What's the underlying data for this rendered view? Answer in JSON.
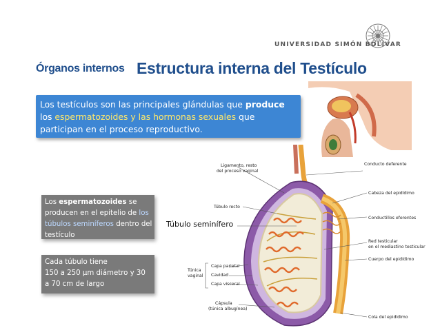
{
  "header": {
    "university": "UNIVERSIDAD SIMÓN BOLÍVAR"
  },
  "section_label": "Órganos internos",
  "title": "Estructura interna del Testículo",
  "intro": {
    "part1": "Los testículos son las principales glándulas que ",
    "produce": "produce",
    "part2": " los ",
    "espermatozoides": "espermatozoides",
    "y": " y ",
    "hormonas": "las hormonas sexuales",
    "part3": " que participan en el proceso reproductivo."
  },
  "box_espermatozoides": {
    "p1": "Los ",
    "espermatozoides": "espermatozoides",
    "p2": " se producen en el epitelio de ",
    "tubulos": "los túbulos seminíferos",
    "p3": " dentro del testículo"
  },
  "box_tubulo": {
    "line1": "Cada túbulo tiene",
    "line2": "150 a 250 µm diámetro y  30",
    "line3": "a 70 cm de largo"
  },
  "tubulo_label": "Túbulo seminífero",
  "diagram_labels": {
    "conducto_deferente": "Conducto deferente",
    "ligamento_1": "Ligamento, resto",
    "ligamento_2": "del proceso vaginal",
    "cabeza_epididimo": "Cabeza del epidídimo",
    "tubulo_recto": "Túbulo recto",
    "conductillos": "Conductillos eferentes",
    "red_testicular_1": "Red testicular",
    "red_testicular_2": "en el mediastino testicular",
    "cuerpo_epididimo": "Cuerpo del epidídimo",
    "tunica_1": "Túnica",
    "tunica_2": "vaginal",
    "capa_parietal": "Capa parietal",
    "cavidad": "Cavidad",
    "capa_visceral": "Capa visceral",
    "capsula_1": "Cápsula",
    "capsula_2": "(túnica albugínea)",
    "cola_epididimo": "Cola del epidídimo"
  },
  "colors": {
    "title_blue": "#1f4e8c",
    "intro_box": "#3d86d4",
    "highlight_yellow": "#ffe86a",
    "grey_box": "#7a7a7a"
  }
}
